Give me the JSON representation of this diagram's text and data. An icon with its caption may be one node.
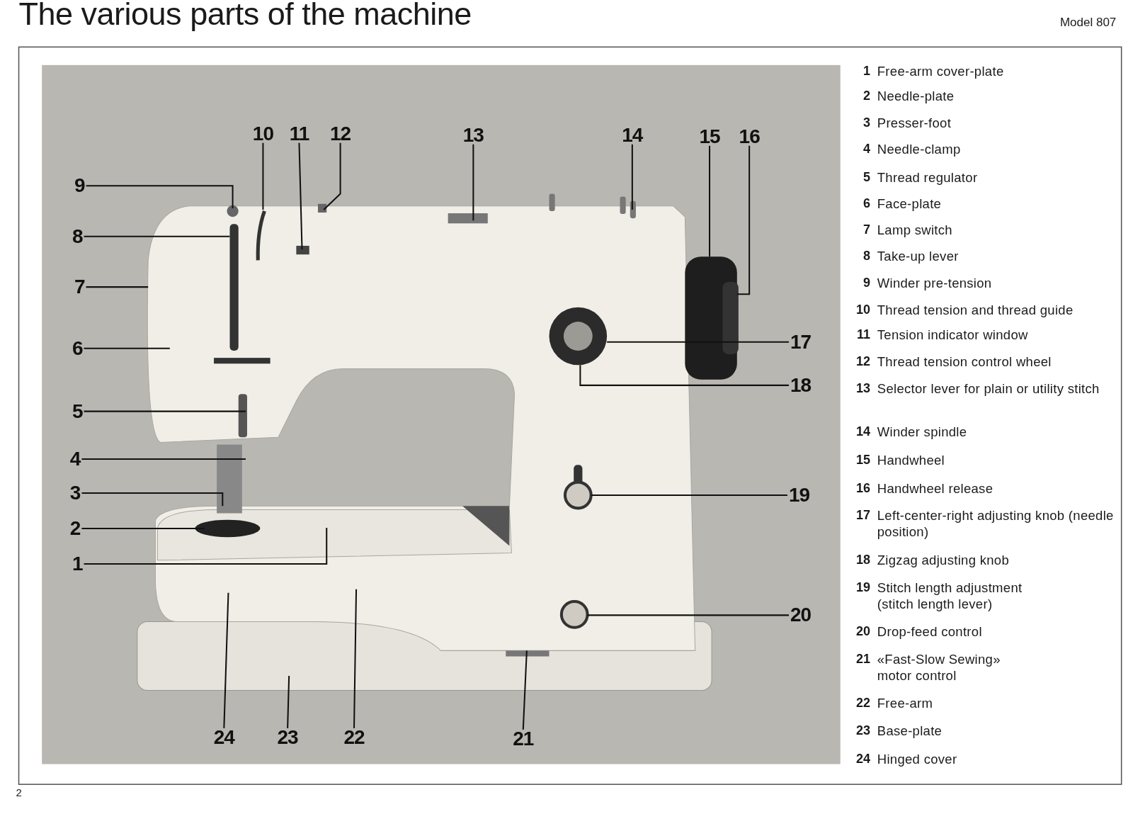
{
  "diagram": {
    "title": "The various parts of the machine",
    "nodes": [
      {
        "text": [
          "1"
        ]
      },
      {
        "text": [
          "2"
        ]
      },
      {
        "text": [
          "3"
        ]
      },
      {
        "text": [
          "4"
        ]
      },
      {
        "text": [
          "5"
        ]
      },
      {
        "text": [
          "6"
        ]
      },
      {
        "text": [
          "7"
        ]
      },
      {
        "text": [
          "8"
        ]
      },
      {
        "text": [
          "9"
        ]
      },
      {
        "text": [
          "10"
        ]
      },
      {
        "text": [
          "11"
        ]
      },
      {
        "text": [
          "12"
        ]
      },
      {
        "text": [
          "13"
        ]
      },
      {
        "text": [
          "14"
        ]
      },
      {
        "text": [
          "15"
        ]
      },
      {
        "text": [
          "16"
        ]
      },
      {
        "text": [
          "17"
        ]
      },
      {
        "text": [
          "18"
        ]
      },
      {
        "text": [
          "19"
        ]
      },
      {
        "text": [
          "20"
        ]
      },
      {
        "text": [
          "21"
        ]
      },
      {
        "text": [
          "22"
        ]
      },
      {
        "text": [
          "23"
        ]
      },
      {
        "text": [
          "24"
        ]
      }
    ],
    "edges": [
      {
        "from": 0,
        "to": null,
        "arrow": "none"
      },
      {
        "from": 1,
        "to": null,
        "arrow": "none"
      },
      {
        "from": 2,
        "to": null,
        "arrow": "none"
      },
      {
        "from": 3,
        "to": null,
        "arrow": "none"
      },
      {
        "from": 4,
        "to": null,
        "arrow": "none"
      },
      {
        "from": 5,
        "to": null,
        "arrow": "none"
      },
      {
        "from": 6,
        "to": null,
        "arrow": "none"
      },
      {
        "from": 7,
        "to": null,
        "arrow": "none"
      },
      {
        "from": 8,
        "to": null,
        "arrow": "none"
      },
      {
        "from": 9,
        "to": null,
        "arrow": "none"
      },
      {
        "from": 10,
        "to": null,
        "arrow": "none"
      },
      {
        "from": 11,
        "to": null,
        "arrow": "none"
      },
      {
        "from": 12,
        "to": null,
        "arrow": "none"
      },
      {
        "from": 13,
        "to": null,
        "arrow": "none"
      },
      {
        "from": 14,
        "to": null,
        "arrow": "none"
      },
      {
        "from": 15,
        "to": null,
        "arrow": "none"
      },
      {
        "from": 16,
        "to": null,
        "arrow": "none"
      },
      {
        "from": 17,
        "to": null,
        "arrow": "none"
      },
      {
        "from": 18,
        "to": null,
        "arrow": "none"
      },
      {
        "from": 19,
        "to": null,
        "arrow": "none"
      },
      {
        "from": 20,
        "to": null,
        "arrow": "none"
      },
      {
        "from": 21,
        "to": null,
        "arrow": "none"
      },
      {
        "from": 22,
        "to": null,
        "arrow": "none"
      },
      {
        "from": 23,
        "to": null,
        "arrow": "none"
      }
    ],
    "labels": [
      "Model 807",
      "1",
      "Free-arm cover-plate",
      "2",
      "Needle-plate",
      "3",
      "Presser-foot",
      "4",
      "Needle-clamp",
      "5",
      "Thread regulator",
      "6",
      "Face-plate",
      "7",
      "Lamp switch",
      "8",
      "Take-up lever",
      "9",
      "Winder pre-tension",
      "10",
      "Thread tension and thread guide",
      "11",
      "Tension indicator window",
      "12",
      "Thread tension control wheel",
      "13",
      "Selector lever for plain or utility stitch",
      "14",
      "Winder spindle",
      "15",
      "Handwheel",
      "16",
      "Handwheel release",
      "17",
      "Left-center-right adjusting knob (needle position)",
      "18",
      "Zigzag adjusting knob",
      "19",
      "Stitch length adjustment (stitch length lever)",
      "20",
      "Drop-feed control",
      "21",
      "«Fast-Slow Sewing» motor control",
      "22",
      "Free-arm",
      "23",
      "Base-plate",
      "24",
      "Hinged cover",
      "2"
    ]
  }
}
